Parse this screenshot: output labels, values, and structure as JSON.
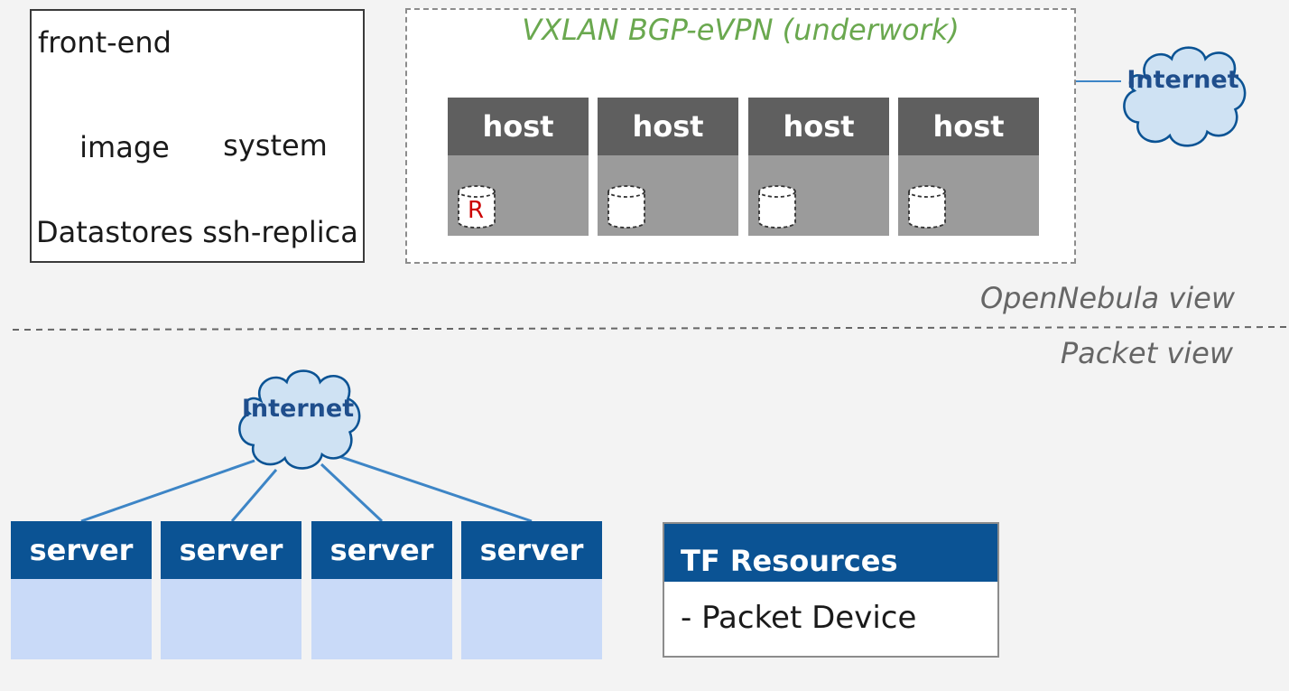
{
  "frontend": {
    "title": "front-end",
    "footer": "Datastores ssh-replica",
    "datastores": [
      {
        "label": "image"
      },
      {
        "label": "system"
      }
    ]
  },
  "cluster": {
    "network_label": "VXLAN BGP-eVPN (underwork)",
    "hosts": [
      {
        "label": "host",
        "datastore_mark": "R"
      },
      {
        "label": "host",
        "datastore_mark": ""
      },
      {
        "label": "host",
        "datastore_mark": ""
      },
      {
        "label": "host",
        "datastore_mark": ""
      }
    ]
  },
  "internet_top": {
    "label": "Internet"
  },
  "views": {
    "opennebula": "OpenNebula view",
    "packet": "Packet view"
  },
  "internet_bottom": {
    "label": "Internet"
  },
  "servers": [
    {
      "label": "server"
    },
    {
      "label": "server"
    },
    {
      "label": "server"
    },
    {
      "label": "server"
    }
  ],
  "tf_resources": {
    "title": "TF Resources",
    "items": [
      "- Packet Device"
    ]
  },
  "colors": {
    "vxlan_green": "#6aa84f",
    "link_blue": "#3d85c6",
    "server_blue": "#0b5394",
    "server_body": "#c9daf8",
    "host_head": "#5f5f5f",
    "host_body": "#9b9b9b",
    "cloud_fill": "#cfe2f3",
    "replica_red": "#cc0000"
  }
}
